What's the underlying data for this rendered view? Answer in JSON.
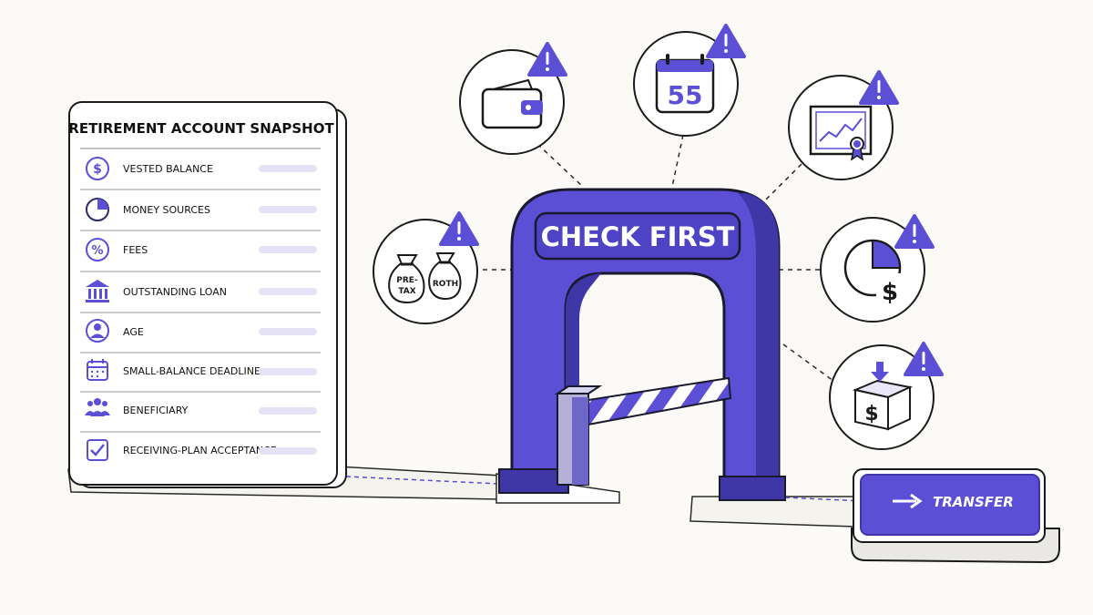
{
  "snapshot": {
    "title": "RETIREMENT ACCOUNT SNAPSHOT",
    "rows": [
      {
        "label": "VESTED BALANCE",
        "icon": "dollar-circle-icon"
      },
      {
        "label": "MONEY SOURCES",
        "icon": "pie-chart-icon"
      },
      {
        "label": "FEES",
        "icon": "percent-icon"
      },
      {
        "label": "OUTSTANDING LOAN",
        "icon": "bank-icon"
      },
      {
        "label": "AGE",
        "icon": "person-icon"
      },
      {
        "label": "SMALL-BALANCE DEADLINE",
        "icon": "calendar-icon"
      },
      {
        "label": "BENEFICIARY",
        "icon": "people-icon"
      },
      {
        "label": "RECEIVING-PLAN ACCEPTANCE",
        "icon": "checkbox-icon"
      }
    ]
  },
  "gate": {
    "label": "CHECK FIRST"
  },
  "transfer": {
    "label": "TRANSFER",
    "icon": "arrow-right-icon"
  },
  "checks": [
    {
      "name": "wallet-check",
      "icon": "wallet-icon"
    },
    {
      "name": "age-check",
      "icon": "calendar-icon",
      "text": "55"
    },
    {
      "name": "certificate-check",
      "icon": "certificate-icon"
    },
    {
      "name": "money-sources-check",
      "icon": "money-bags-icon",
      "bag_labels": [
        "PRE-",
        "TAX",
        "ROTH"
      ]
    },
    {
      "name": "fees-check",
      "icon": "pie-dollar-icon",
      "text": "$"
    },
    {
      "name": "rollover-check",
      "icon": "box-dollar-icon",
      "text": "$"
    }
  ],
  "colors": {
    "accent": "#5b4fd6",
    "accent_dark": "#3f36a8",
    "ink": "#1a1a1a",
    "background": "#fbfaf6"
  }
}
